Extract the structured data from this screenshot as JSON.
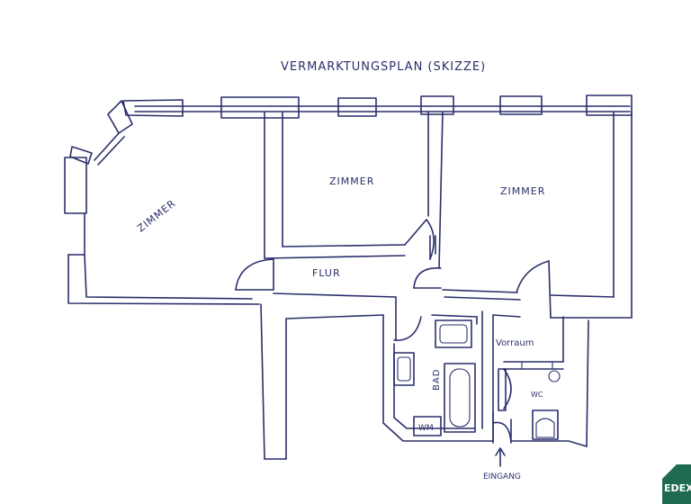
{
  "title": "VERMARKTUNGSPLAN (SKIZZE)",
  "rooms": {
    "zimmer_left": "ZIMMER",
    "zimmer_middle": "ZIMMER",
    "zimmer_right": "ZIMMER",
    "flur": "FLUR",
    "bad": "BAD",
    "wm": "WM",
    "vorraum": "Vorraum",
    "wc": "WC"
  },
  "entrance": "EINGANG",
  "logo": "EDEX",
  "colors": {
    "ink": "#2a2f6b",
    "logo": "#1f6b4f"
  }
}
